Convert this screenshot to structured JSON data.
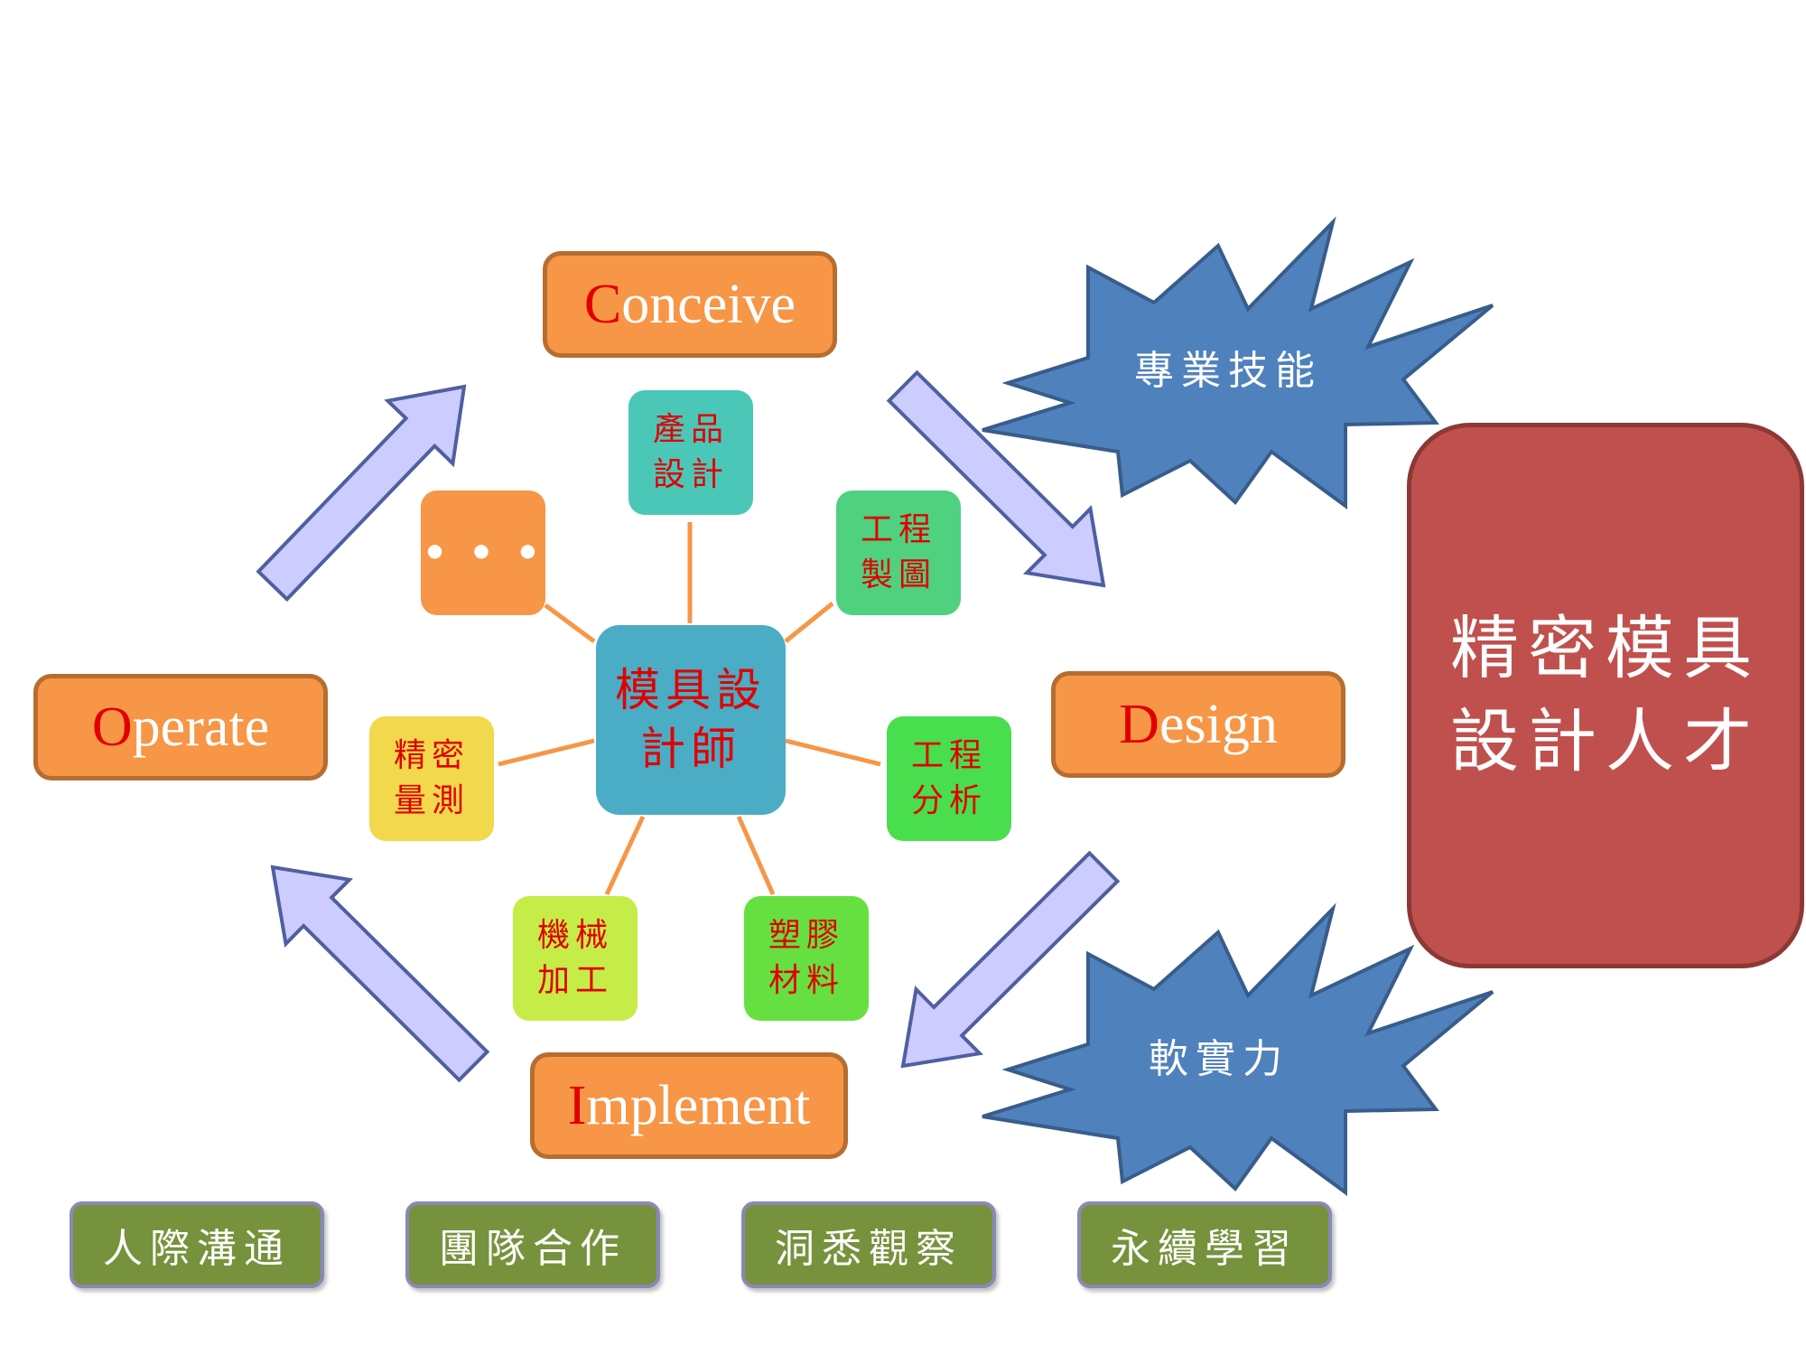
{
  "cdio": {
    "conceive": {
      "first": "C",
      "rest": "onceive"
    },
    "design": {
      "first": "D",
      "rest": "esign"
    },
    "implement": {
      "first": "I",
      "rest": "mplement"
    },
    "operate": {
      "first": "O",
      "rest": "perate"
    }
  },
  "center": {
    "line1": "模具設",
    "line2": "計師"
  },
  "skills": [
    {
      "line1": "產品",
      "line2": "設計",
      "color": "#4bc7b8"
    },
    {
      "line1": "工程",
      "line2": "製圖",
      "color": "#4fd17f"
    },
    {
      "line1": "工程",
      "line2": "分析",
      "color": "#49de4e"
    },
    {
      "line1": "塑膠",
      "line2": "材料",
      "color": "#66e040"
    },
    {
      "line1": "機械",
      "line2": "加工",
      "color": "#c6ec48"
    },
    {
      "line1": "精密",
      "line2": "量測",
      "color": "#f2d84c"
    }
  ],
  "more": "• • •",
  "bursts": {
    "professional": "專業技能",
    "soft_power": "軟實力"
  },
  "talent": {
    "line1": "精密模具",
    "line2": "設計人才"
  },
  "soft_skills": [
    "人際溝通",
    "團隊合作",
    "洞悉觀察",
    "永續學習"
  ],
  "colors": {
    "orange": "#f79646",
    "blue": "#4f81bd",
    "red": "#c0504d",
    "green": "#76923c",
    "arrow": "#ccccff",
    "connector": "#f79646"
  }
}
